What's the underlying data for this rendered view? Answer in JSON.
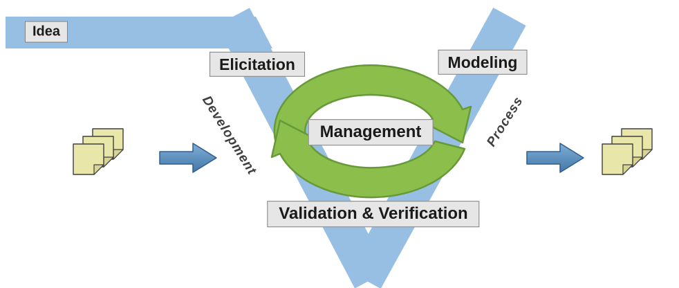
{
  "labels": {
    "idea": "Idea",
    "elicitation": "Elicitation",
    "modeling": "Modeling",
    "management": "Management",
    "validation_verification": "Validation & Verification"
  },
  "rotated_labels": {
    "left_arm": "Development",
    "right_arm": "Process"
  },
  "icons": {
    "left_notes": "sticky-notes-stack-icon",
    "right_notes": "sticky-notes-stack-icon",
    "left_arrow": "arrow-right-icon",
    "right_arrow": "arrow-right-icon",
    "cycle": "circular-cycle-arrows-icon"
  },
  "colors": {
    "background": "#FFFFFF",
    "v_band": "#97BFE3",
    "cycle_fill": "#8BBE4B",
    "cycle_stroke": "#679939",
    "label_box_fill": "#E7E6E6",
    "label_box_border": "#808080",
    "label_text": "#1A1A1A",
    "rotated_text": "#3F3F3F",
    "arrow_gradient_top": "#7FADD6",
    "arrow_gradient_bottom": "#4478A8",
    "arrow_border": "#2F5E8C",
    "note_fill": "#E9E6A9",
    "note_fold_fill": "#D8D494",
    "note_border": "#3F3F3F"
  }
}
